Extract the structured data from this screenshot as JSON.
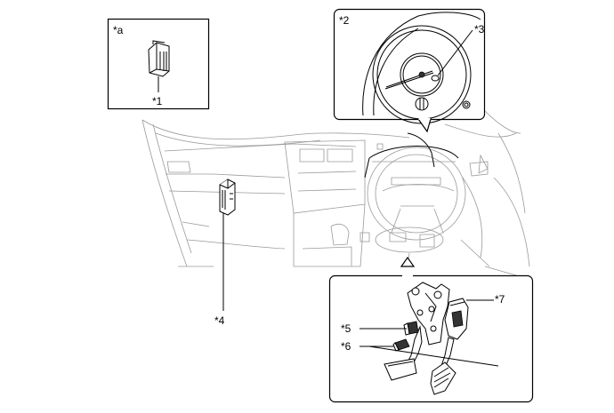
{
  "labels": {
    "a": "*a",
    "p1": "*1",
    "p2": "*2",
    "p3": "*3",
    "p4": "*4",
    "p5": "*5",
    "p6": "*6",
    "p7": "*7"
  }
}
